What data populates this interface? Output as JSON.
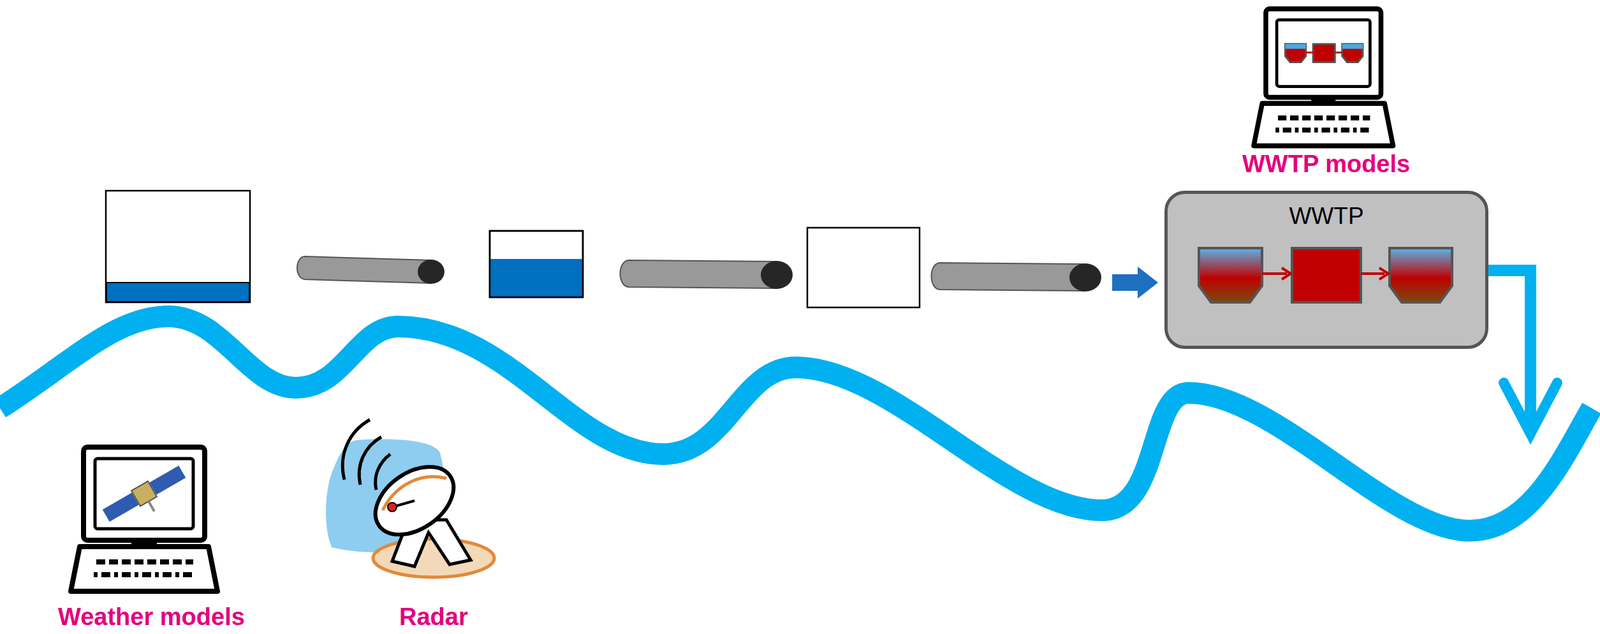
{
  "diagram": {
    "nodes": [
      {
        "text": [
          "WWTP"
        ]
      }
    ],
    "labels": [
      "WWTP models",
      "Weather models",
      "Radar"
    ]
  }
}
